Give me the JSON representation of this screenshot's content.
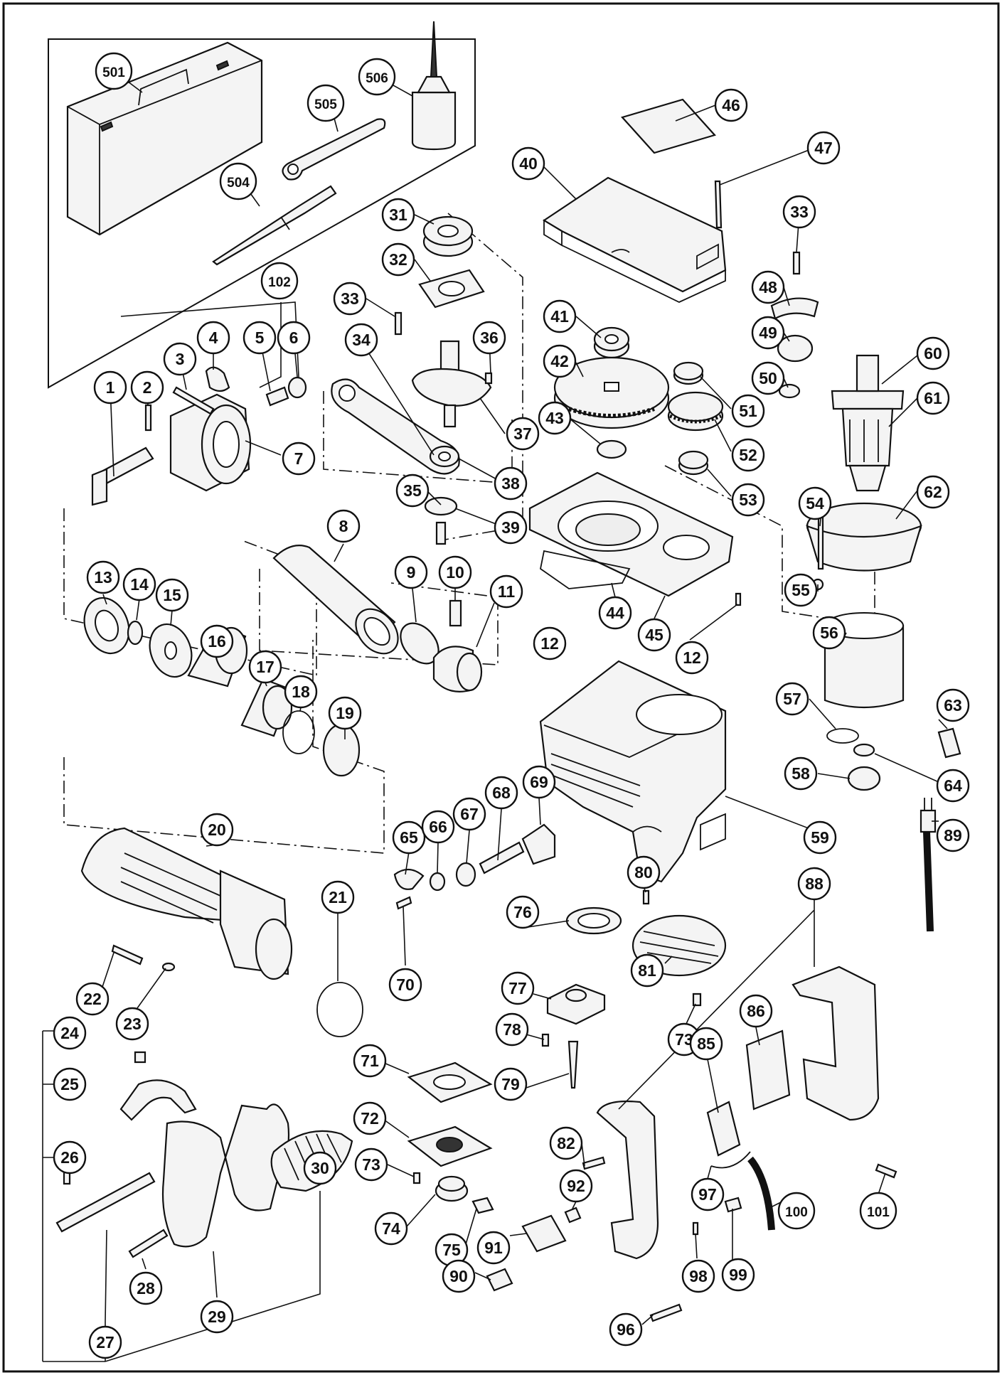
{
  "diagram": {
    "type": "exploded-parts-diagram",
    "callouts": [
      {
        "id": "c501",
        "label": "501"
      },
      {
        "id": "c506",
        "label": "506"
      },
      {
        "id": "c505",
        "label": "505"
      },
      {
        "id": "c504",
        "label": "504"
      },
      {
        "id": "c46",
        "label": "46"
      },
      {
        "id": "c40",
        "label": "40"
      },
      {
        "id": "c47",
        "label": "47"
      },
      {
        "id": "c31",
        "label": "31"
      },
      {
        "id": "c32",
        "label": "32"
      },
      {
        "id": "c33a",
        "label": "33"
      },
      {
        "id": "c33b",
        "label": "33"
      },
      {
        "id": "c102",
        "label": "102"
      },
      {
        "id": "c1",
        "label": "1"
      },
      {
        "id": "c2",
        "label": "2"
      },
      {
        "id": "c3",
        "label": "3"
      },
      {
        "id": "c4",
        "label": "4"
      },
      {
        "id": "c5",
        "label": "5"
      },
      {
        "id": "c6",
        "label": "6"
      },
      {
        "id": "c7",
        "label": "7"
      },
      {
        "id": "c34",
        "label": "34"
      },
      {
        "id": "c36",
        "label": "36"
      },
      {
        "id": "c37",
        "label": "37"
      },
      {
        "id": "c38",
        "label": "38"
      },
      {
        "id": "c35",
        "label": "35"
      },
      {
        "id": "c39",
        "label": "39"
      },
      {
        "id": "c41",
        "label": "41"
      },
      {
        "id": "c42",
        "label": "42"
      },
      {
        "id": "c43",
        "label": "43"
      },
      {
        "id": "c48",
        "label": "48"
      },
      {
        "id": "c49",
        "label": "49"
      },
      {
        "id": "c50",
        "label": "50"
      },
      {
        "id": "c51",
        "label": "51"
      },
      {
        "id": "c52",
        "label": "52"
      },
      {
        "id": "c53",
        "label": "53"
      },
      {
        "id": "c60",
        "label": "60"
      },
      {
        "id": "c61",
        "label": "61"
      },
      {
        "id": "c62",
        "label": "62"
      },
      {
        "id": "c54",
        "label": "54"
      },
      {
        "id": "c55",
        "label": "55"
      },
      {
        "id": "c56",
        "label": "56"
      },
      {
        "id": "c57",
        "label": "57"
      },
      {
        "id": "c63",
        "label": "63"
      },
      {
        "id": "c64",
        "label": "64"
      },
      {
        "id": "c58",
        "label": "58"
      },
      {
        "id": "c59",
        "label": "59"
      },
      {
        "id": "c89",
        "label": "89"
      },
      {
        "id": "c44",
        "label": "44"
      },
      {
        "id": "c45",
        "label": "45"
      },
      {
        "id": "c12a",
        "label": "12"
      },
      {
        "id": "c12b",
        "label": "12"
      },
      {
        "id": "c8",
        "label": "8"
      },
      {
        "id": "c9",
        "label": "9"
      },
      {
        "id": "c10",
        "label": "10"
      },
      {
        "id": "c11",
        "label": "11"
      },
      {
        "id": "c13",
        "label": "13"
      },
      {
        "id": "c14",
        "label": "14"
      },
      {
        "id": "c15",
        "label": "15"
      },
      {
        "id": "c16",
        "label": "16"
      },
      {
        "id": "c17",
        "label": "17"
      },
      {
        "id": "c18",
        "label": "18"
      },
      {
        "id": "c19",
        "label": "19"
      },
      {
        "id": "c20",
        "label": "20"
      },
      {
        "id": "c21",
        "label": "21"
      },
      {
        "id": "c22",
        "label": "22"
      },
      {
        "id": "c23",
        "label": "23"
      },
      {
        "id": "c24",
        "label": "24"
      },
      {
        "id": "c25",
        "label": "25"
      },
      {
        "id": "c26",
        "label": "26"
      },
      {
        "id": "c27",
        "label": "27"
      },
      {
        "id": "c28",
        "label": "28"
      },
      {
        "id": "c29",
        "label": "29"
      },
      {
        "id": "c30",
        "label": "30"
      },
      {
        "id": "c65",
        "label": "65"
      },
      {
        "id": "c66",
        "label": "66"
      },
      {
        "id": "c67",
        "label": "67"
      },
      {
        "id": "c68",
        "label": "68"
      },
      {
        "id": "c69",
        "label": "69"
      },
      {
        "id": "c70",
        "label": "70"
      },
      {
        "id": "c71",
        "label": "71"
      },
      {
        "id": "c72",
        "label": "72"
      },
      {
        "id": "c73a",
        "label": "73"
      },
      {
        "id": "c73b",
        "label": "73"
      },
      {
        "id": "c74",
        "label": "74"
      },
      {
        "id": "c75",
        "label": "75"
      },
      {
        "id": "c76",
        "label": "76"
      },
      {
        "id": "c77",
        "label": "77"
      },
      {
        "id": "c78",
        "label": "78"
      },
      {
        "id": "c79",
        "label": "79"
      },
      {
        "id": "c80",
        "label": "80"
      },
      {
        "id": "c81",
        "label": "81"
      },
      {
        "id": "c82",
        "label": "82"
      },
      {
        "id": "c85",
        "label": "85"
      },
      {
        "id": "c86",
        "label": "86"
      },
      {
        "id": "c88",
        "label": "88"
      },
      {
        "id": "c90",
        "label": "90"
      },
      {
        "id": "c91",
        "label": "91"
      },
      {
        "id": "c92",
        "label": "92"
      },
      {
        "id": "c96",
        "label": "96"
      },
      {
        "id": "c97",
        "label": "97"
      },
      {
        "id": "c98",
        "label": "98"
      },
      {
        "id": "c99",
        "label": "99"
      },
      {
        "id": "c100",
        "label": "100"
      },
      {
        "id": "c101",
        "label": "101"
      }
    ]
  }
}
